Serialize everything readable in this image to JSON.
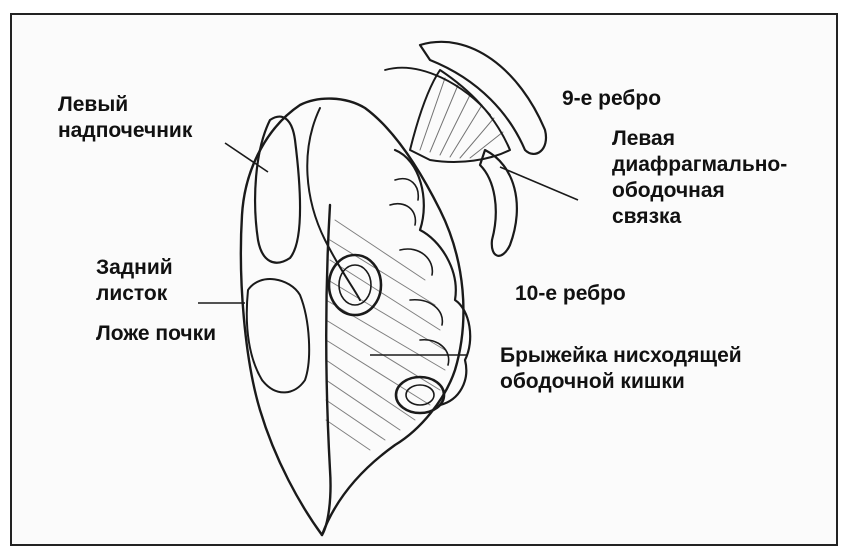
{
  "labels": {
    "left_adrenal": [
      "Левый",
      "надпочечник"
    ],
    "rib9": "9-е ребро",
    "left_ligament": [
      "Левая",
      "диафрагмально-",
      "ободочная",
      "связка"
    ],
    "posterior_leaf": [
      "Задний",
      "листок"
    ],
    "kidney_bed": "Ложе почки",
    "rib10": "10-е ребро",
    "mesentery": [
      "Брыжейка нисходящей",
      "ободочной кишки"
    ]
  },
  "colors": {
    "ink": "#1a1a1a",
    "background": "#fbfbfb",
    "line": "#222222"
  }
}
